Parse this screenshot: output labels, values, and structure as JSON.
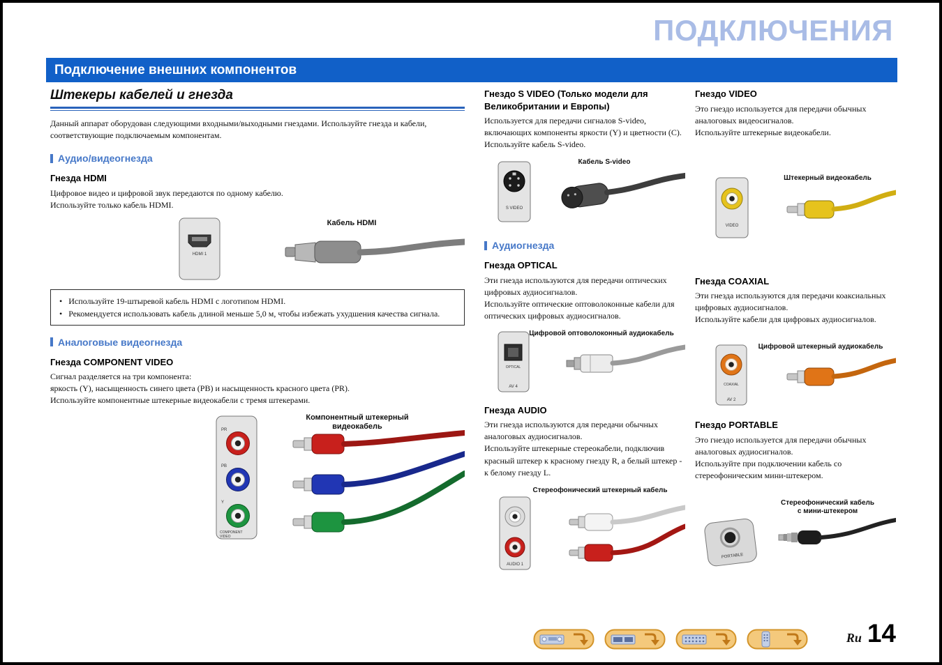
{
  "page": {
    "header_title": "ПОДКЛЮЧЕНИЯ",
    "banner_title": "Подключение внешних компонентов",
    "footer": {
      "lang_label": "Ru",
      "page_number": "14",
      "nav_icons": [
        "front-panel-icon",
        "front-display-icon",
        "rear-panel-icon",
        "remote-control-icon"
      ]
    }
  },
  "left": {
    "section_title": "Штекеры кабелей и гнезда",
    "intro": "Данный аппарат оборудован следующими входными/выходными гнездами. Используйте гнезда и кабели, соответствующие подключаемым компонентам.",
    "av_heading": "Аудио/видеогнезда",
    "hdmi": {
      "title": "Гнезда HDMI",
      "body": "Цифровое видео и цифровой звук передаются по одному кабелю.\nИспользуйте только кабель HDMI.",
      "cable_label": "Кабель HDMI",
      "jack_label": "HDMI 1",
      "notes": [
        "Используйте 19-штыревой кабель HDMI с логотипом HDMI.",
        "Рекомендуется использовать кабель длиной меньше 5,0 м, чтобы избежать ухудшения качества сигнала."
      ]
    },
    "analog_heading": "Аналоговые видеогнезда",
    "component": {
      "title": "Гнезда COMPONENT VIDEO",
      "body": "Сигнал разделяется на три компонента:\nяркость (Y), насыщенность синего цвета (PB) и насыщенность красного цвета (PR).\nИспользуйте компонентные штекерные видеокабели с тремя штекерами.",
      "cable_label_line1": "Компонентный штекерный",
      "cable_label_line2": "видеокабель",
      "jack_labels": [
        "PR",
        "PB",
        "Y"
      ],
      "panel_label_line1": "COMPONENT",
      "panel_label_line2": "VIDEO"
    }
  },
  "middle": {
    "svideo": {
      "title": "Гнездо S VIDEO (Только модели для Великобритании и Европы)",
      "body": "Используется для передачи сигналов S-video, включающих компоненты яркости (Y) и цветности (C).\nИспользуйте кабель S-video.",
      "cable_label": "Кабель S-video",
      "jack_label": "S VIDEO"
    },
    "audio_heading": "Аудиогнезда",
    "optical": {
      "title": "Гнезда OPTICAL",
      "body": "Эти гнезда используются для передачи оптических цифровых аудиосигналов.\nИспользуйте оптические оптоволоконные кабели для оптических цифровых аудиосигналов.",
      "cable_label": "Цифровой оптоволоконный аудиокабель",
      "jack_label": "OPTICAL",
      "jack_sublabel": "AV 4"
    },
    "audio": {
      "title": "Гнезда AUDIO",
      "body": "Эти гнезда используются для передачи обычных аналоговых аудиосигналов.\nИспользуйте штекерные стереокабели, подключив красный штекер к красному гнезду R, а белый штекер - к белому гнезду L.",
      "cable_label": "Стереофонический штекерный кабель",
      "jack_label": "AUDIO 1"
    }
  },
  "right": {
    "video": {
      "title": "Гнездо VIDEO",
      "body": "Это гнездо используется для передачи обычных аналоговых видеосигналов.\nИспользуйте штекерные видеокабели.",
      "cable_label": "Штекерный видеокабель",
      "jack_label": "VIDEO"
    },
    "coaxial": {
      "title": "Гнезда COAXIAL",
      "body": "Эти гнезда используются для передачи коаксиальных цифровых аудиосигналов.\nИспользуйте кабели для цифровых аудиосигналов.",
      "cable_label": "Цифровой штекерный аудиокабель",
      "jack_label": "COAXIAL",
      "jack_sublabel": "AV 2"
    },
    "portable": {
      "title": "Гнездо PORTABLE",
      "body": "Это гнездо используется для передачи обычных аналоговых аудиосигналов.\nИспользуйте при подключении кабель со стереофоническим мини-штекером.",
      "cable_label_line1": "Стереофонический кабель",
      "cable_label_line2": "с мини-штекером",
      "jack_label": "PORTABLE"
    }
  }
}
